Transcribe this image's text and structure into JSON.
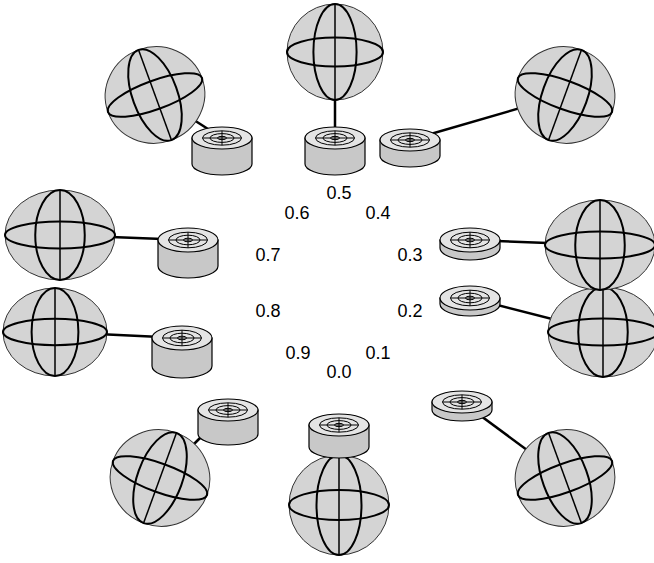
{
  "diagram": {
    "labels": [
      "0.0",
      "0.1",
      "0.2",
      "0.3",
      "0.4",
      "0.5",
      "0.6",
      "0.7",
      "0.8",
      "0.9"
    ]
  }
}
